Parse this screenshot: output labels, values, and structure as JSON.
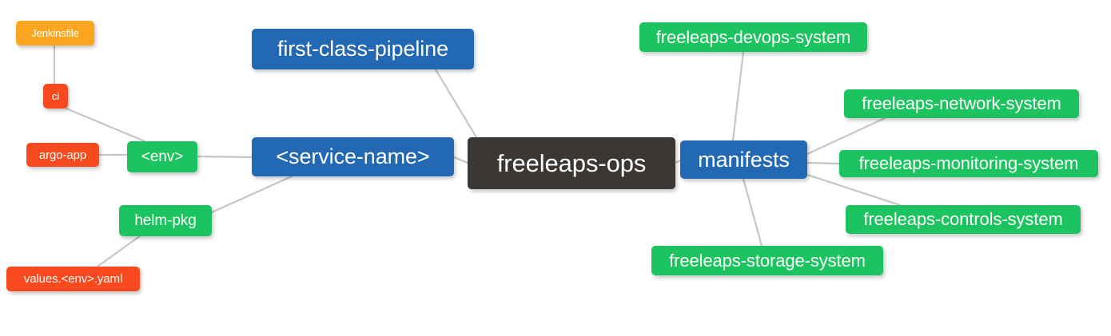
{
  "diagram": {
    "type": "mindmap",
    "title": "freeleaps-ops",
    "background_color": "#ffffff",
    "edge_color": "#c6c6c6",
    "palette": {
      "root": "#3b3734",
      "blue": "#2268b3",
      "green": "#1cc45f",
      "red": "#f84a1e",
      "orange": "#fca61f",
      "text": "#ffffff"
    },
    "nodes": [
      {
        "id": "root",
        "label": "freeleaps-ops",
        "color": "root",
        "level": 0
      },
      {
        "id": "service",
        "label": "<service-name>",
        "color": "blue",
        "level": 1
      },
      {
        "id": "manifests",
        "label": "manifests",
        "color": "blue",
        "level": 1
      },
      {
        "id": "pipeline",
        "label": "first-class-pipeline",
        "color": "blue",
        "level": 1
      },
      {
        "id": "env",
        "label": "<env>",
        "color": "green",
        "level": 2
      },
      {
        "id": "helm",
        "label": "helm-pkg",
        "color": "green",
        "level": 2
      },
      {
        "id": "ci",
        "label": "ci",
        "color": "red",
        "level": 3
      },
      {
        "id": "argo",
        "label": "argo-app",
        "color": "red",
        "level": 3
      },
      {
        "id": "jenkinsfile",
        "label": "Jenkinsfile",
        "color": "orange",
        "level": 4
      },
      {
        "id": "values",
        "label": "values.<env>.yaml",
        "color": "red",
        "level": 3
      },
      {
        "id": "devops",
        "label": "freeleaps-devops-system",
        "color": "green",
        "level": 2
      },
      {
        "id": "network",
        "label": "freeleaps-network-system",
        "color": "green",
        "level": 2
      },
      {
        "id": "monitoring",
        "label": "freeleaps-monitoring-system",
        "color": "green",
        "level": 2
      },
      {
        "id": "controls",
        "label": "freeleaps-controls-system",
        "color": "green",
        "level": 2
      },
      {
        "id": "storage",
        "label": "freeleaps-storage-system",
        "color": "green",
        "level": 2
      }
    ],
    "edges": [
      {
        "from": "root",
        "to": "service"
      },
      {
        "from": "root",
        "to": "manifests"
      },
      {
        "from": "root",
        "to": "pipeline"
      },
      {
        "from": "service",
        "to": "env"
      },
      {
        "from": "service",
        "to": "helm"
      },
      {
        "from": "env",
        "to": "ci"
      },
      {
        "from": "env",
        "to": "argo"
      },
      {
        "from": "ci",
        "to": "jenkinsfile"
      },
      {
        "from": "helm",
        "to": "values"
      },
      {
        "from": "manifests",
        "to": "devops"
      },
      {
        "from": "manifests",
        "to": "network"
      },
      {
        "from": "manifests",
        "to": "monitoring"
      },
      {
        "from": "manifests",
        "to": "controls"
      },
      {
        "from": "manifests",
        "to": "storage"
      }
    ]
  }
}
